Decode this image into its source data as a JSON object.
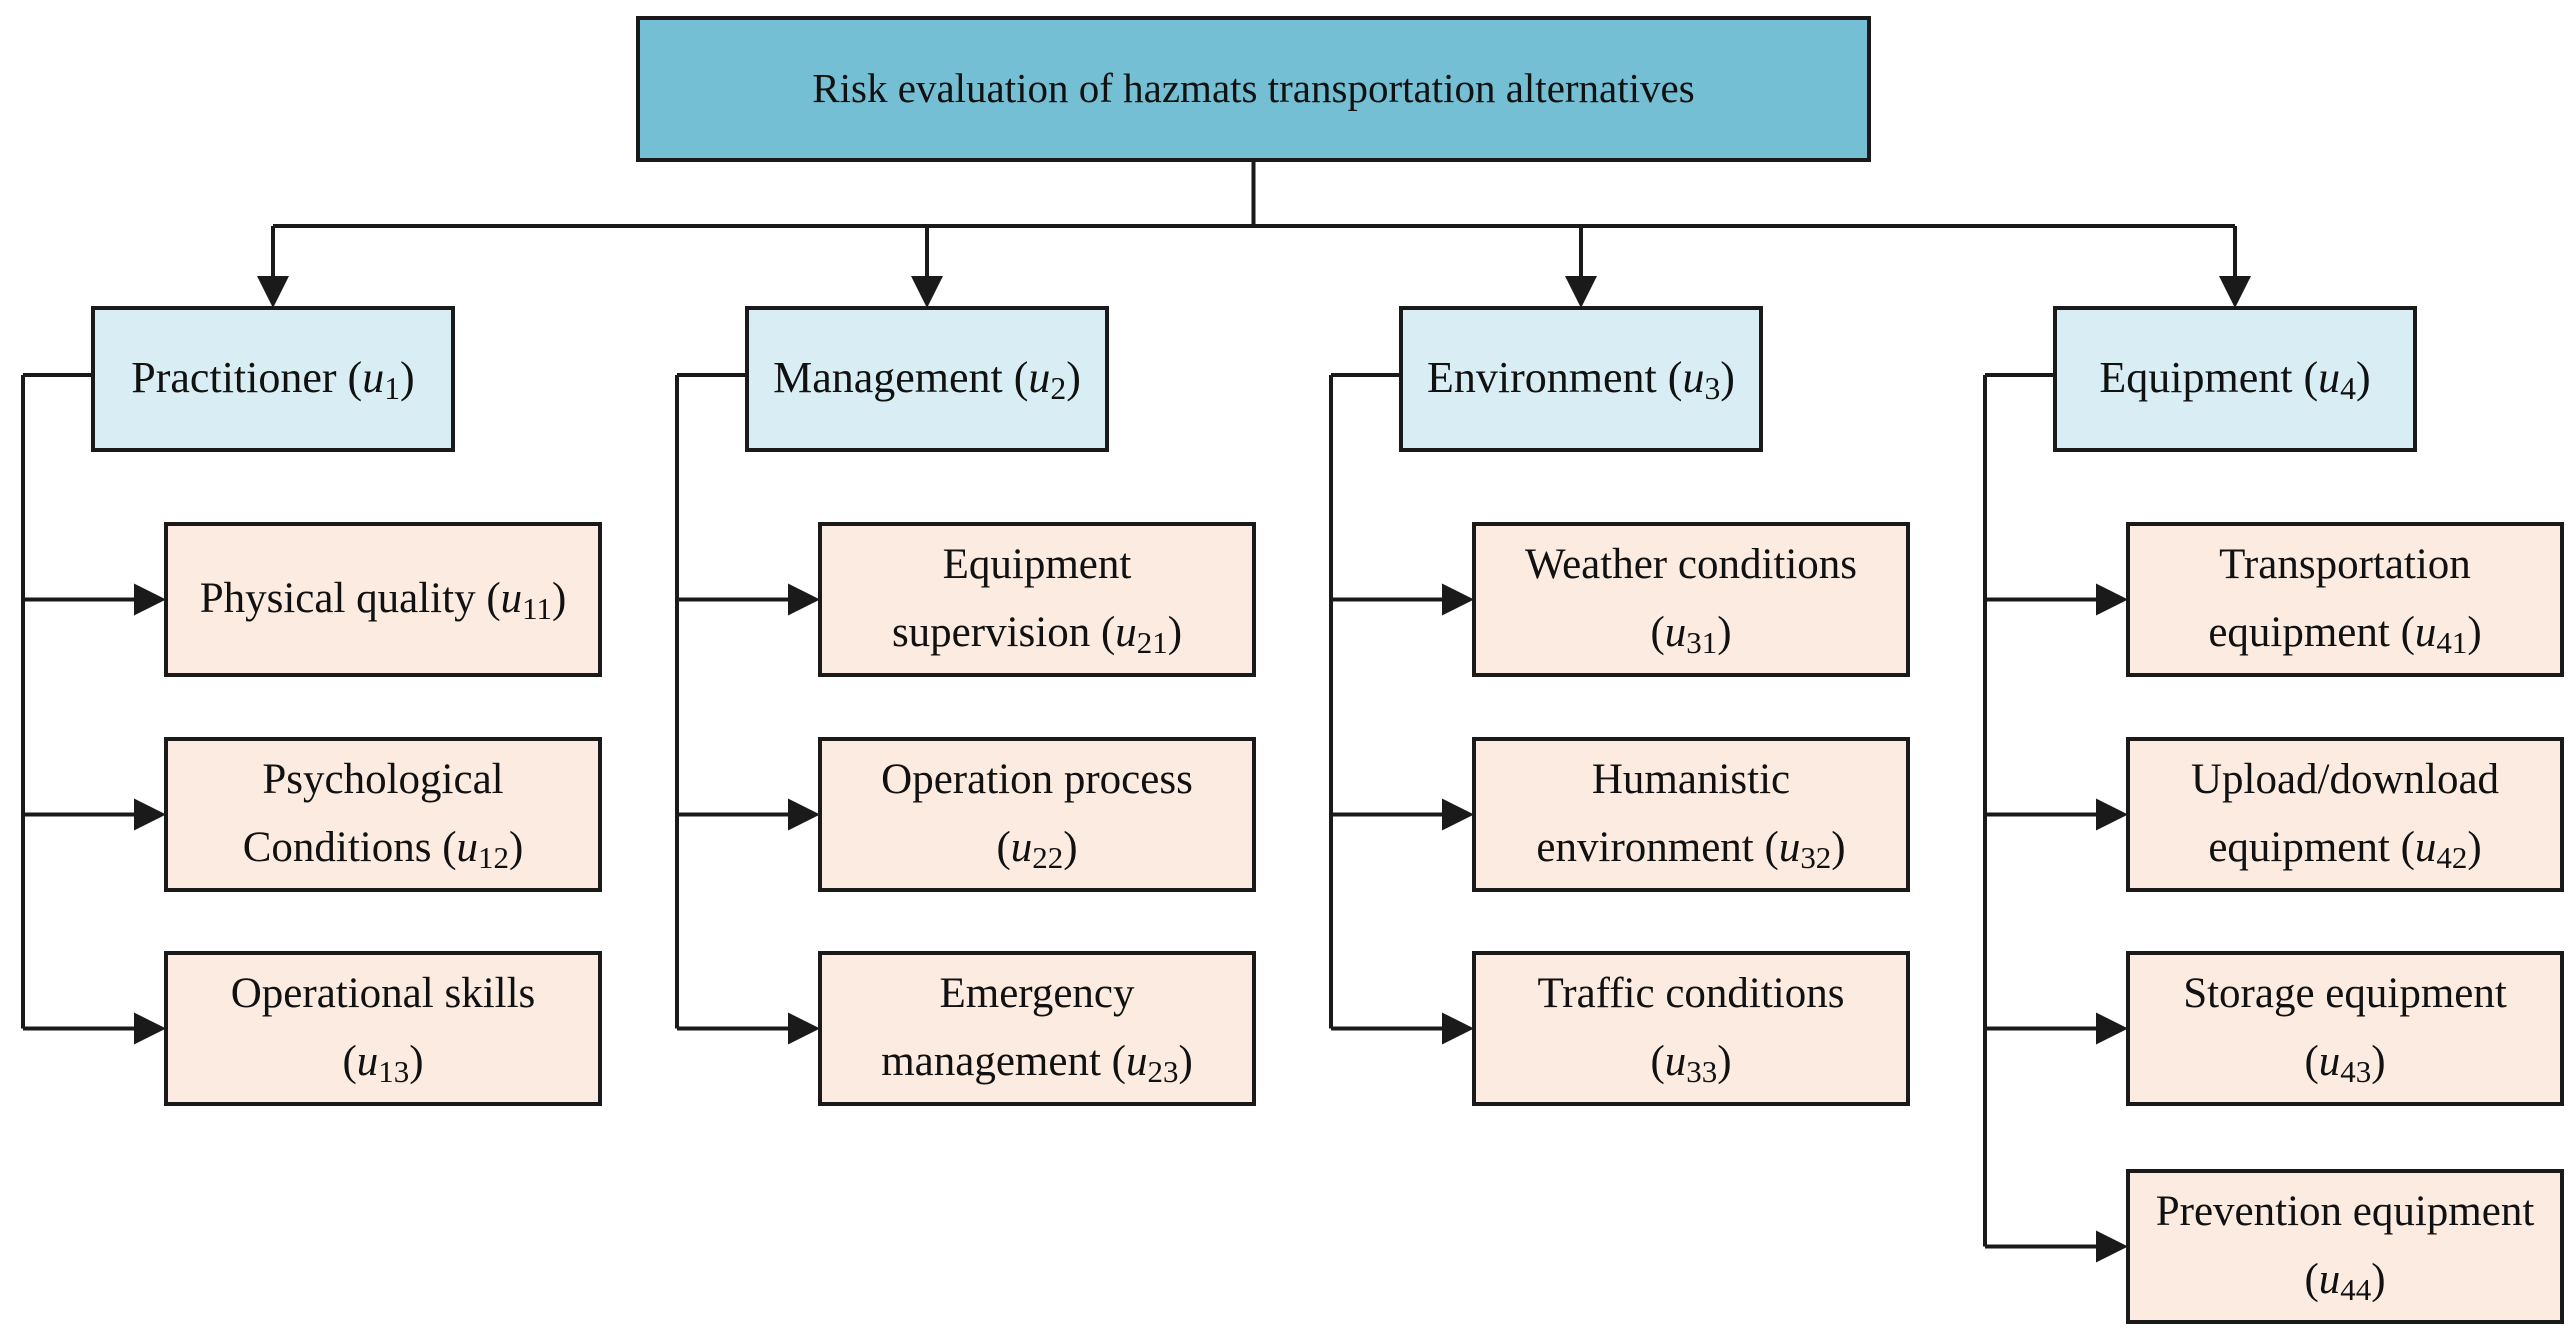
{
  "colors": {
    "root_fill": "#74bfd4",
    "category_fill": "#d8eef4",
    "item_fill": "#fbebe0",
    "stroke": "#1a1a1a"
  },
  "root": {
    "title": "Risk evaluation of hazmats transportation alternatives"
  },
  "categories": [
    {
      "label": "Practitioner (",
      "symbol": "u",
      "sub": "1",
      "close": ")",
      "items": [
        {
          "lines": [
            "Physical quality ("
          ],
          "symbol": "u",
          "sub": "11",
          "close": ")"
        },
        {
          "lines": [
            "Psychological",
            "Conditions ("
          ],
          "symbol": "u",
          "sub": "12",
          "close": ")"
        },
        {
          "lines": [
            "Operational skills",
            "("
          ],
          "symbol": "u",
          "sub": "13",
          "close": ")"
        }
      ]
    },
    {
      "label": "Management (",
      "symbol": "u",
      "sub": "2",
      "close": ")",
      "items": [
        {
          "lines": [
            "Equipment",
            "supervision ("
          ],
          "symbol": "u",
          "sub": "21",
          "close": ")"
        },
        {
          "lines": [
            "Operation process",
            "("
          ],
          "symbol": "u",
          "sub": "22",
          "close": ")"
        },
        {
          "lines": [
            "Emergency",
            "management ("
          ],
          "symbol": "u",
          "sub": "23",
          "close": ")"
        }
      ]
    },
    {
      "label": "Environment (",
      "symbol": "u",
      "sub": "3",
      "close": ")",
      "items": [
        {
          "lines": [
            "Weather conditions",
            "("
          ],
          "symbol": "u",
          "sub": "31",
          "close": ")"
        },
        {
          "lines": [
            "Humanistic",
            "environment ("
          ],
          "symbol": "u",
          "sub": "32",
          "close": ")"
        },
        {
          "lines": [
            "Traffic conditions",
            "("
          ],
          "symbol": "u",
          "sub": "33",
          "close": ")"
        }
      ]
    },
    {
      "label": "Equipment (",
      "symbol": "u",
      "sub": "4",
      "close": ")",
      "items": [
        {
          "lines": [
            "Transportation",
            "equipment ("
          ],
          "symbol": "u",
          "sub": "41",
          "close": ")"
        },
        {
          "lines": [
            "Upload/download",
            "equipment ("
          ],
          "symbol": "u",
          "sub": "42",
          "close": ")"
        },
        {
          "lines": [
            "Storage equipment",
            "("
          ],
          "symbol": "u",
          "sub": "43",
          "close": ")"
        },
        {
          "lines": [
            "Prevention equipment",
            "("
          ],
          "symbol": "u",
          "sub": "44",
          "close": ")"
        }
      ]
    }
  ]
}
